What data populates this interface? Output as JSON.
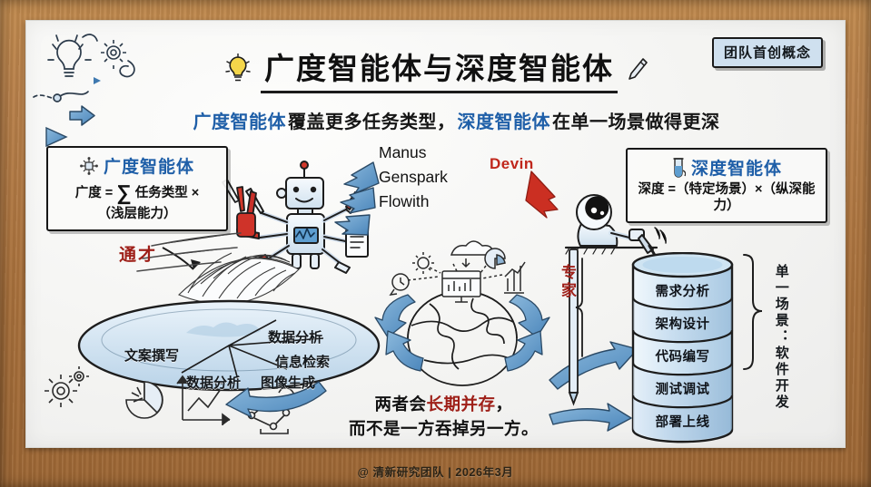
{
  "frame": {
    "credit": "@ 清新研究团队 | 2026年3月"
  },
  "header": {
    "title": "广度智能体与深度智能体",
    "bulb_icon": "lightbulb-icon",
    "pencil_icon": "pencil-icon",
    "badge": "团队首创概念",
    "subtitle": {
      "arrow_icon": "right-arrow-icon",
      "part1": "广度智能体",
      "part2": "覆盖更多任务类型，",
      "part3": "深度智能体",
      "part4": "在单一场景做得更深"
    }
  },
  "breadth_box": {
    "icon": "chip-network-icon",
    "heading": "广度智能体",
    "formula_line1_a": "广度 = ",
    "formula_sigma": "∑",
    "formula_line1_b": " 任务类型 ×",
    "formula_line2": "（浅层能力）"
  },
  "depth_box": {
    "icon": "test-tube-icon",
    "heading": "深度智能体",
    "formula": "深度 =（特定场景）×（纵深能力）"
  },
  "products": {
    "breadth_items": [
      "Manus",
      "Genspark",
      "Flowith"
    ],
    "depth_item": "Devin"
  },
  "annotations": {
    "generalist": "通才",
    "specialist": "专家"
  },
  "platter": {
    "segments": [
      "文案撰写",
      "数据分析",
      "图像生成",
      "数据分析",
      "信息检索"
    ]
  },
  "cylinder": {
    "layers": [
      "需求分析",
      "架构设计",
      "代码编写",
      "测试调试",
      "部署上线"
    ],
    "caption": "单一场景：软件开发"
  },
  "statement": {
    "line1_a": "两者会",
    "line1_red": "长期并存",
    "line1_b": "，",
    "line2": "而不是一方吞掉另一方。"
  },
  "colors": {
    "accent_blue": "#1f5fa8",
    "accent_red": "#9e1f18",
    "devin_red": "#c0271c",
    "badge_bg": "#cfe0ef",
    "board_bg": "#f4f4f2",
    "frame_wood": "#b8804a",
    "ink": "#161616",
    "fill_blue_light": "#dceaf5",
    "fill_blue_mid": "#b9d3e8"
  }
}
